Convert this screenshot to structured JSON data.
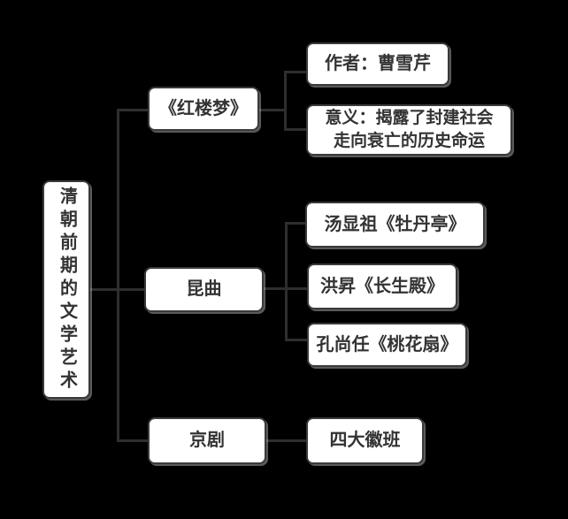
{
  "colors": {
    "background": "#000000",
    "node_fill": "#ffffff",
    "node_border": "#3a3a3a",
    "node_text": "#333333",
    "connector": "#2e2e2e"
  },
  "nodes": {
    "root": "清朝前期的文学艺术",
    "hongloumeng": "《红楼梦》",
    "author": "作者：曹雪芹",
    "meaning_line1": "意义：揭露了封建社会",
    "meaning_line2": "走向衰亡的历史命运",
    "kunqu": "昆曲",
    "tang": "汤显祖《牡丹亭》",
    "hong": "洪昇《长生殿》",
    "kong": "孔尚任《桃花扇》",
    "jingju": "京剧",
    "sidahuiban": "四大徽班"
  },
  "structure": {
    "root": "清朝前期的文学艺术",
    "branches": [
      {
        "label": "《红楼梦》",
        "children": [
          "作者：曹雪芹",
          "意义：揭露了封建社会走向衰亡的历史命运"
        ]
      },
      {
        "label": "昆曲",
        "children": [
          "汤显祖《牡丹亭》",
          "洪昇《长生殿》",
          "孔尚任《桃花扇》"
        ]
      },
      {
        "label": "京剧",
        "children": [
          "四大徽班"
        ]
      }
    ]
  }
}
